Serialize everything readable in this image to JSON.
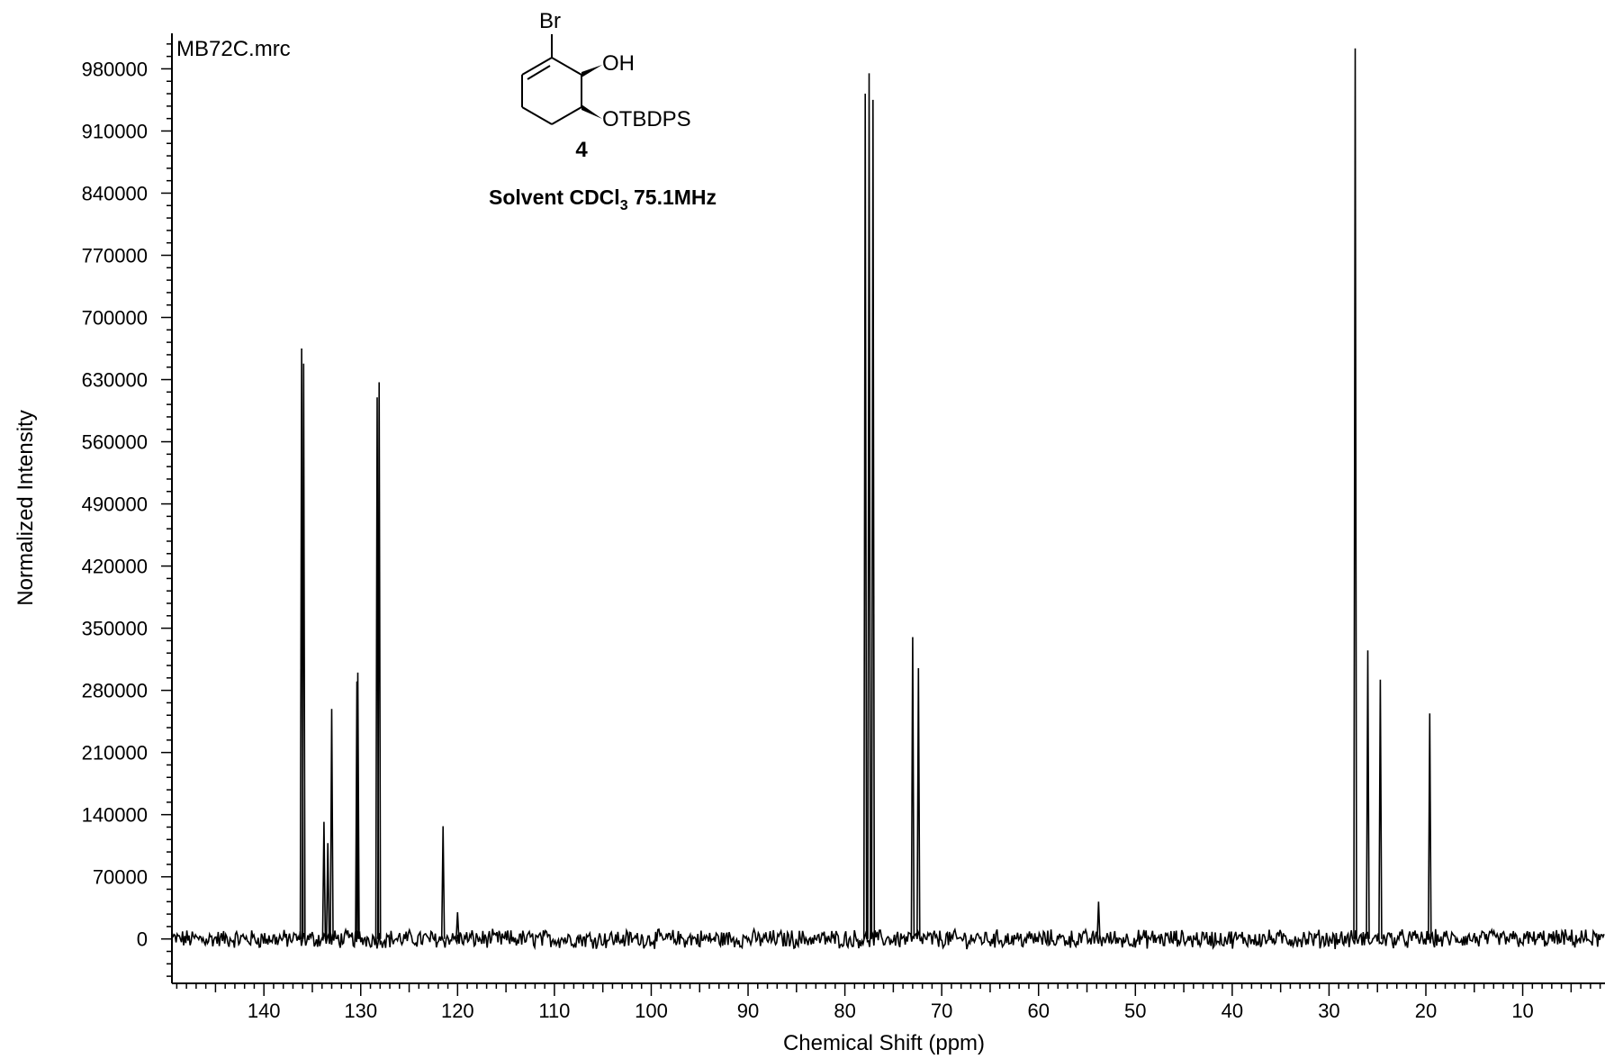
{
  "file_label": "MB72C.mrc",
  "structure": {
    "atoms": {
      "br": "Br",
      "oh": "OH",
      "otbdps": "OTBDPS"
    },
    "compound_number": "4"
  },
  "solvent": {
    "prefix": "Solvent CDCl",
    "subscript": "3",
    "suffix": " 75.1MHz"
  },
  "chart_data": {
    "type": "line",
    "title": "",
    "xlabel": "Chemical Shift (ppm)",
    "ylabel": "Normalized Intensity",
    "x_reversed": true,
    "xlim": [
      149.5,
      1.5
    ],
    "ylim": [
      -50000,
      1020000
    ],
    "x_ticks": [
      140,
      130,
      120,
      110,
      100,
      90,
      80,
      70,
      60,
      50,
      40,
      30,
      20,
      10
    ],
    "y_ticks": [
      0,
      70000,
      140000,
      210000,
      280000,
      350000,
      420000,
      490000,
      560000,
      630000,
      700000,
      770000,
      840000,
      910000,
      980000
    ],
    "grid": false,
    "baseline_noise": 9000,
    "series": [
      {
        "peaks": [
          {
            "x": 136.1,
            "y": 665000
          },
          {
            "x": 135.9,
            "y": 648000
          },
          {
            "x": 133.8,
            "y": 132000
          },
          {
            "x": 133.4,
            "y": 108000
          },
          {
            "x": 133.0,
            "y": 259000
          },
          {
            "x": 130.4,
            "y": 290000
          },
          {
            "x": 130.3,
            "y": 300000
          },
          {
            "x": 128.3,
            "y": 610000
          },
          {
            "x": 128.1,
            "y": 627000
          },
          {
            "x": 121.5,
            "y": 127000
          },
          {
            "x": 120.0,
            "y": 30000
          },
          {
            "x": 77.9,
            "y": 952000
          },
          {
            "x": 77.5,
            "y": 975000
          },
          {
            "x": 77.1,
            "y": 945000
          },
          {
            "x": 73.0,
            "y": 340000
          },
          {
            "x": 72.4,
            "y": 305000
          },
          {
            "x": 53.8,
            "y": 42000
          },
          {
            "x": 27.3,
            "y": 1003000
          },
          {
            "x": 26.0,
            "y": 325000
          },
          {
            "x": 24.7,
            "y": 292000
          },
          {
            "x": 19.6,
            "y": 254000
          }
        ]
      }
    ]
  }
}
